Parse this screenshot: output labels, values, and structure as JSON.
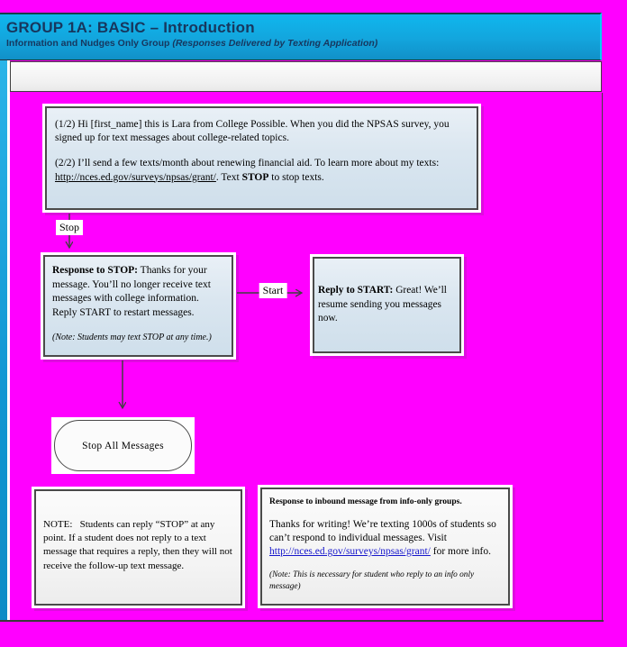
{
  "header": {
    "title": "GROUP 1A: BASIC – Introduction",
    "subtitle_plain": "Information and Nudges Only Group ",
    "subtitle_italic": "(Responses Delivered by Texting Application)"
  },
  "flowchart": {
    "intro_box": {
      "p1": "(1/2) Hi [first_name] this is Lara from College Possible. When you did the NPSAS survey, you signed up for text messages about college-related topics.",
      "p2_pre": "(2/2) I’ll send a few texts/month about renewing financial aid. To learn more about my texts: ",
      "p2_link": "http://nces.ed.gov/surveys/npsas/grant/",
      "p2_mid": ". Text ",
      "p2_bold": "STOP",
      "p2_post": " to stop texts."
    },
    "stop_edge_label": "Stop",
    "start_edge_label": "Start",
    "response_stop_box": {
      "lead": "Response to STOP:",
      "body": " Thanks for your message. You’ll no longer receive text messages with college information. Reply START to restart messages.",
      "note": "(Note: Students may text STOP at any time.)"
    },
    "reply_start_box": {
      "lead": "Reply to START:",
      "body": " Great! We’ll resume sending you messages now."
    },
    "terminator_label": "Stop All Messages",
    "note_box": {
      "text": "NOTE:   Students can reply “STOP” at any point. If a student does not reply to a text message that requires a reply, then they will not receive the follow-up text message."
    },
    "inbound_box": {
      "heading": "Response to inbound message from info-only groups.",
      "body_pre": "Thanks for writing! We’re texting 1000s of students so can’t respond to individual messages. Visit ",
      "link": "http://nces.ed.gov/surveys/npsas/grant/",
      "body_post": " for more info.",
      "note": "(Note: This is necessary for student who reply to an info only message)"
    }
  },
  "colors": {
    "page_background": "#ff00ff",
    "header_gradient_top": "#0fb7ee",
    "header_gradient_bottom": "#1190c8",
    "header_text": "#17375e",
    "box_fill_blue": "#dae6f0",
    "box_fill_gray": "#f3f3f3",
    "box_border": "#4a4a4a",
    "link_blue": "#1515cc",
    "arrow": "#404040"
  }
}
